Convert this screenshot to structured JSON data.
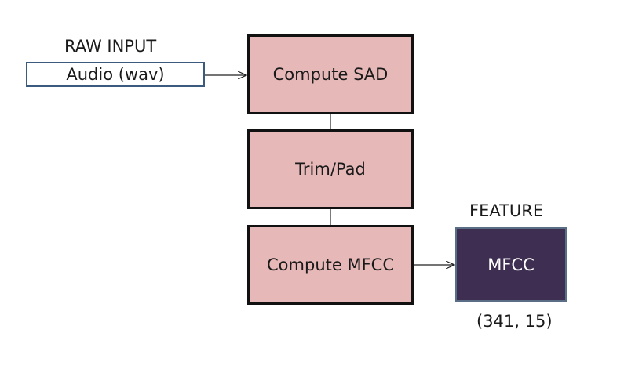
{
  "input": {
    "title": "RAW INPUT",
    "label": "Audio (wav)"
  },
  "steps": [
    {
      "label": "Compute SAD"
    },
    {
      "label": "Trim/Pad"
    },
    {
      "label": "Compute MFCC"
    }
  ],
  "feature": {
    "title": "FEATURE",
    "label": "MFCC",
    "shape": "(341, 15)"
  },
  "colors": {
    "step_fill": "#e7b8b8",
    "feature_fill": "#3e2e52",
    "input_border": "#3b5a7e"
  }
}
